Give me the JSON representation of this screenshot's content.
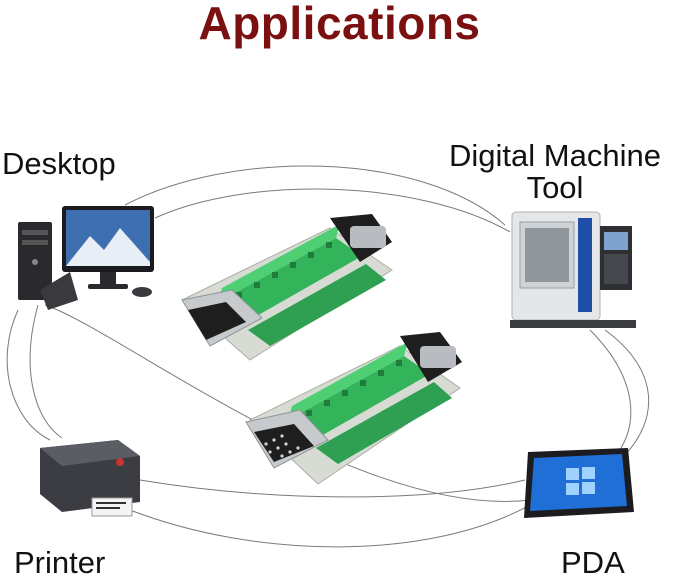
{
  "title": "Applications",
  "devices": {
    "desktop": {
      "label": "Desktop",
      "icon": "desktop-computer-icon"
    },
    "cnc": {
      "label_line1": "Digital Machine",
      "label_line2": "Tool",
      "icon": "cnc-machine-icon"
    },
    "printer": {
      "label": "Printer",
      "icon": "label-printer-icon"
    },
    "pda": {
      "label": "PDA",
      "icon": "tablet-icon"
    }
  },
  "colors": {
    "title": "#7a1010",
    "terminal_green": "#33b35a",
    "connector_black": "#1e1e1e",
    "metal": "#b8bcc0",
    "pcb": "#d8dcd4"
  }
}
